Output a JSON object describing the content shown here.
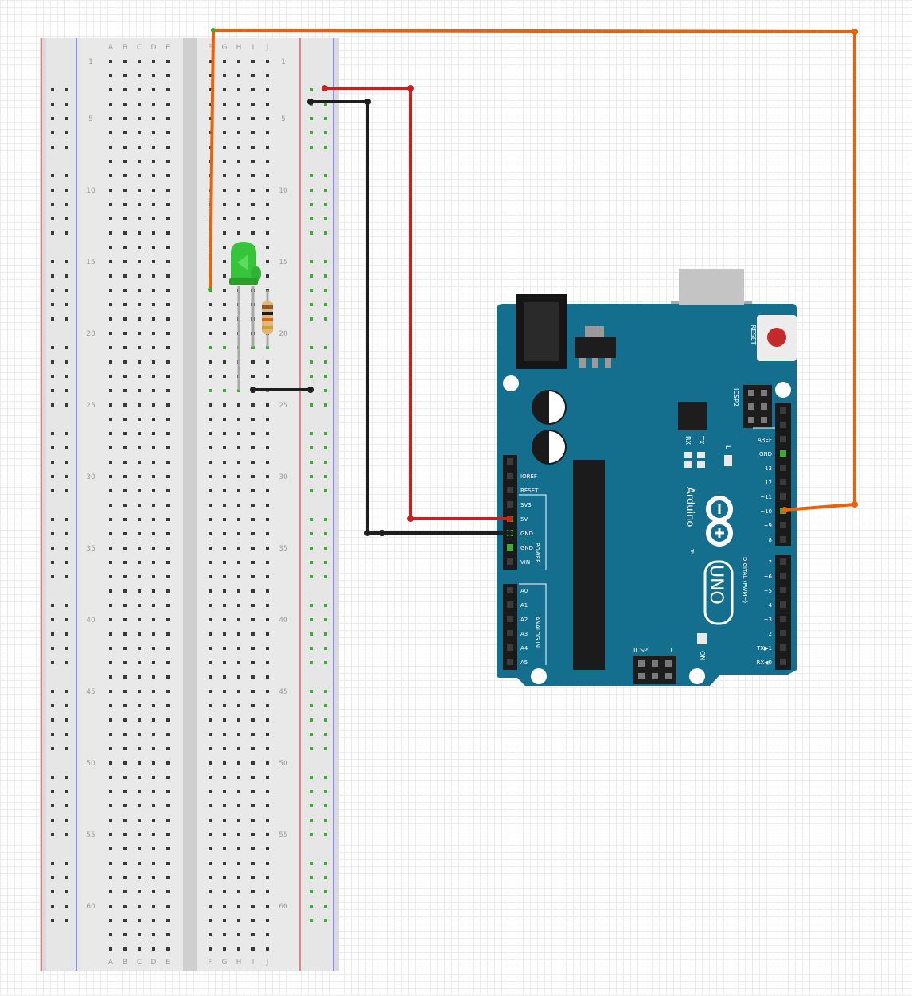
{
  "breadboard": {
    "column_letters_left": [
      "A",
      "B",
      "C",
      "D",
      "E"
    ],
    "column_letters_right": [
      "F",
      "G",
      "H",
      "I",
      "J"
    ],
    "row_labels": [
      "1",
      "5",
      "10",
      "15",
      "20",
      "25",
      "30",
      "35",
      "40",
      "45",
      "50",
      "55",
      "60"
    ]
  },
  "arduino": {
    "reset_label": "RESET",
    "icsp2_label": "ICSP2",
    "icsp_label": "ICSP",
    "icsp_pin1_label": "1",
    "brand": "Arduino",
    "trademark": "TM",
    "model": "UNO",
    "on_label": "ON",
    "l_label": "L",
    "tx_label": "TX",
    "rx_label": "RX",
    "power_header_title": "POWER",
    "analog_header_title": "ANALOG IN",
    "digital_header_title": "DIGITAL (PWM~)",
    "power_pins": [
      "IOREF",
      "RESET",
      "3V3",
      "5V",
      "GND",
      "GND",
      "VIN"
    ],
    "analog_pins": [
      "A0",
      "A1",
      "A2",
      "A3",
      "A4",
      "A5"
    ],
    "digital_pins_upper": [
      "AREF",
      "GND",
      "13",
      "12",
      "~11",
      "~10",
      "~9",
      "8"
    ],
    "digital_pins_lower": [
      "7",
      "~6",
      "~5",
      "4",
      "~3",
      "2",
      "TX▶1",
      "RX◀0"
    ]
  },
  "colors": {
    "wire_red": "#cc1f1f",
    "wire_black": "#1e1e1e",
    "wire_orange": "#e8620c",
    "led_green": "#35c43a",
    "board_teal": "#146f8e",
    "breadboard_body": "#dadada",
    "rail_red": "#d34d4d",
    "rail_blue": "#4f4fd6",
    "connected_hole": "#3dad31"
  }
}
